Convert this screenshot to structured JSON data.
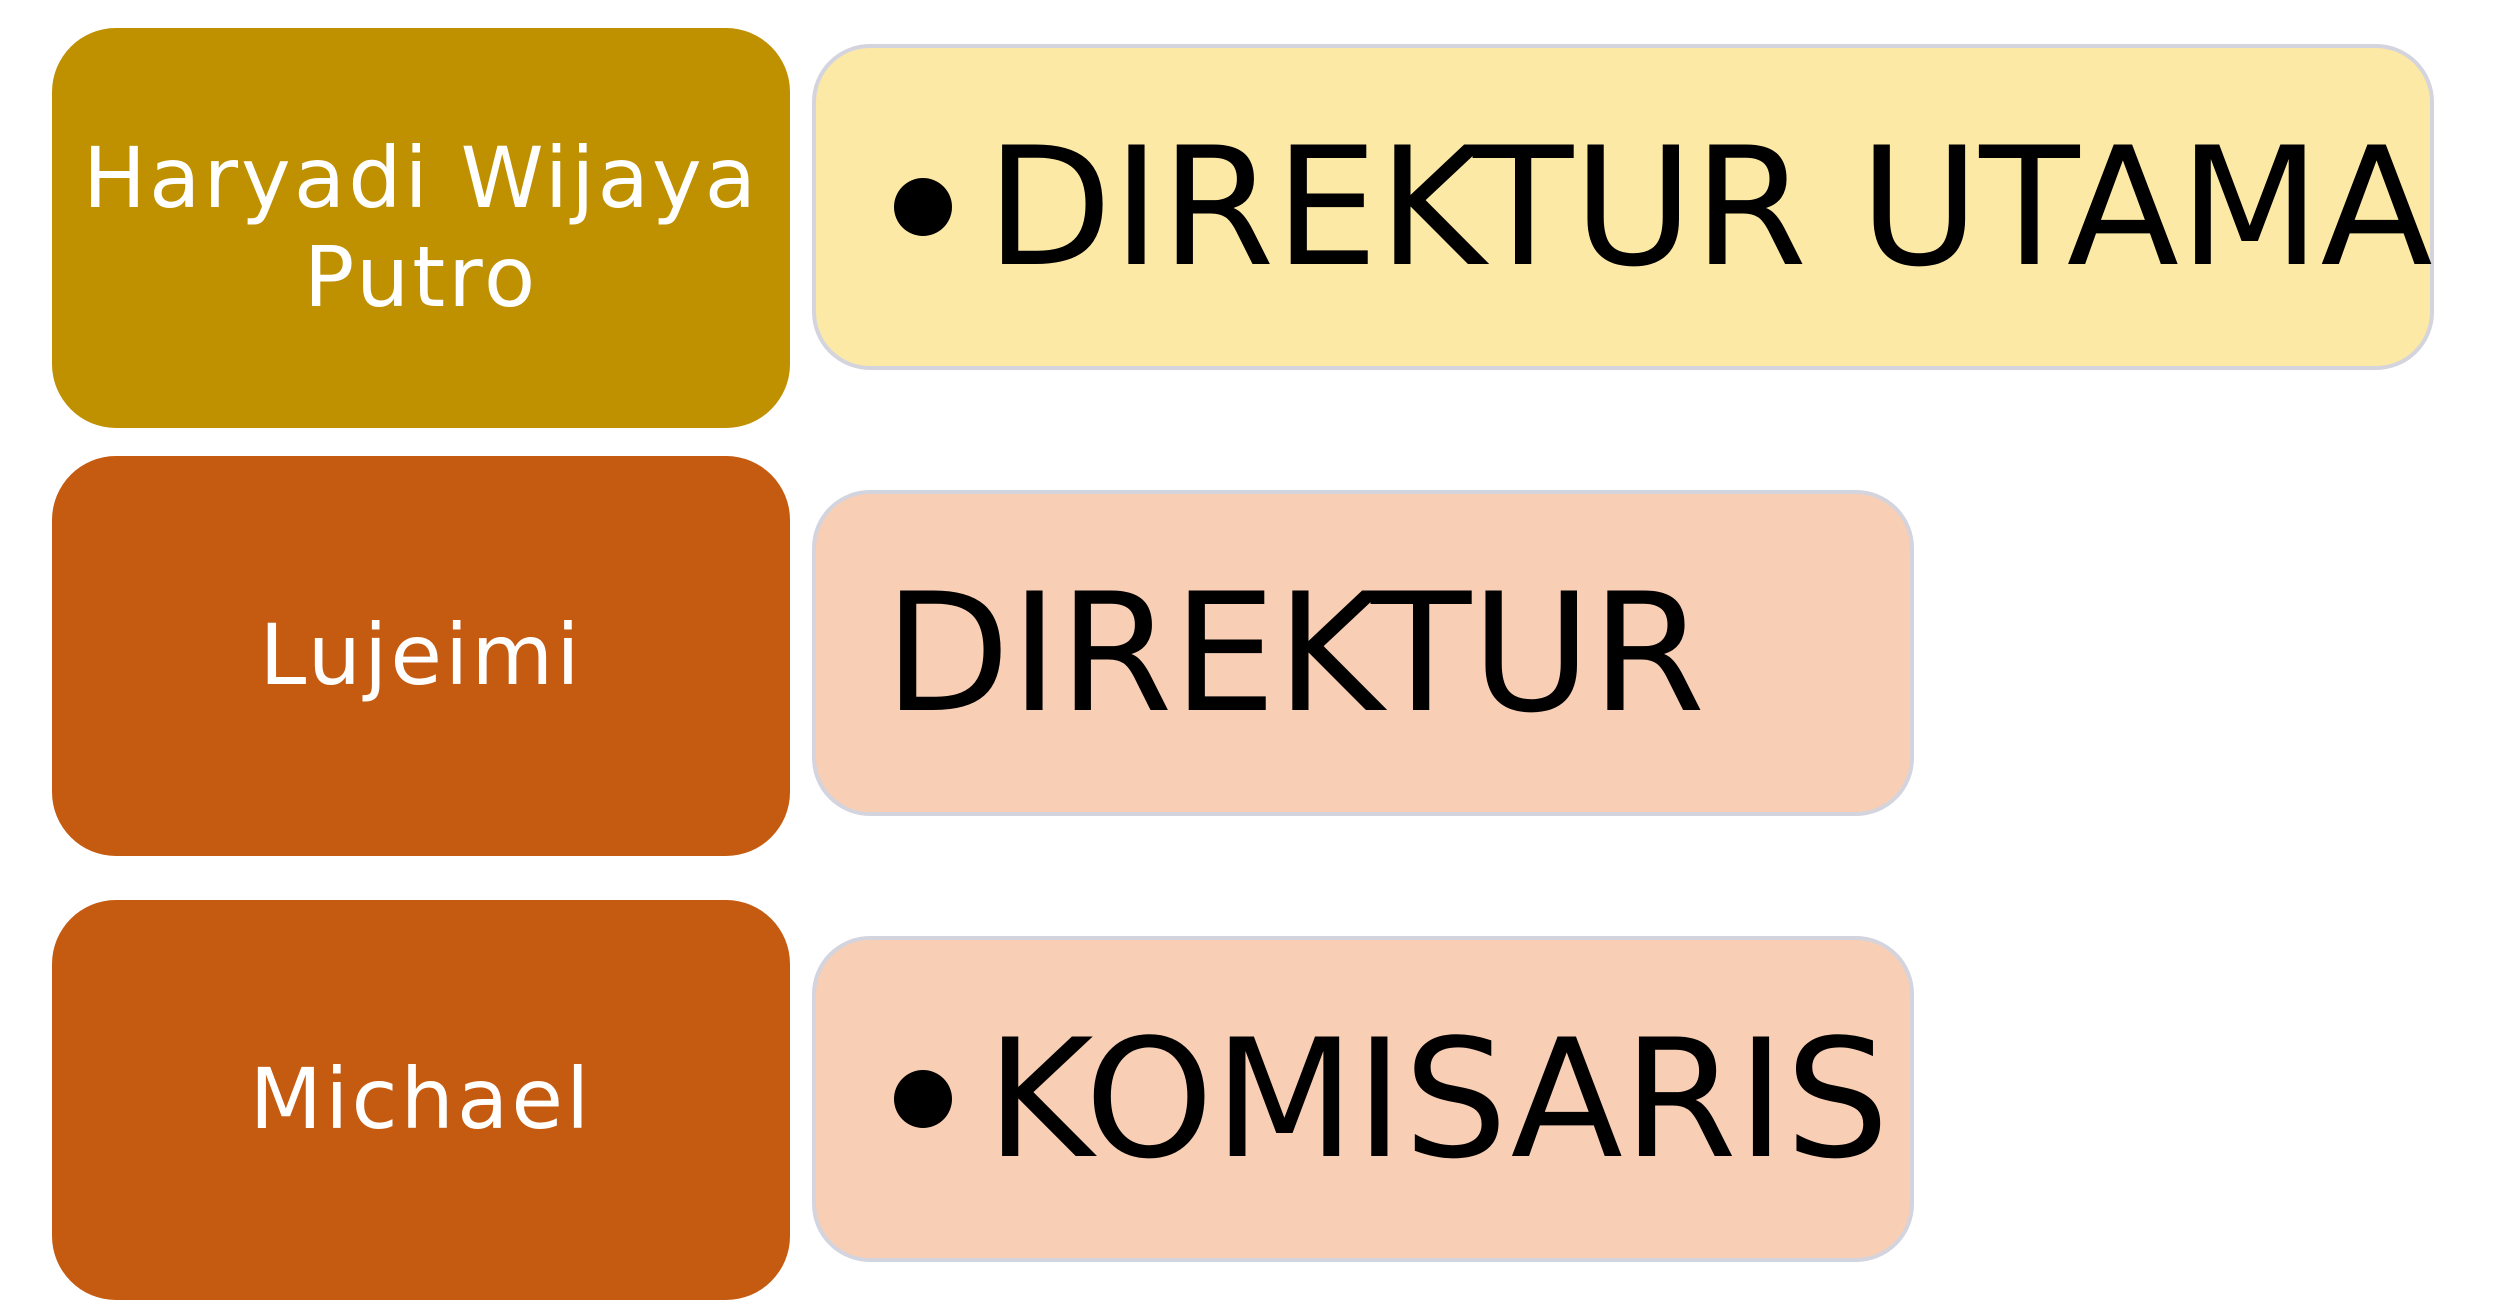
{
  "colors": {
    "name_box_1": "#BF9000",
    "name_box_2": "#C55A11",
    "name_box_3": "#C55A11",
    "role_box_1": "#FCE9A5",
    "role_box_2": "#F8CEB4",
    "role_box_3": "#F8CEB4",
    "role_border": "#D4D4DE"
  },
  "rows": [
    {
      "name": "Haryadi Wijaya Putro",
      "role": "DIREKTUR UTAMA",
      "bullet": true
    },
    {
      "name": "Lujeimi",
      "role": "DIREKTUR",
      "bullet": false
    },
    {
      "name": "Michael",
      "role": "KOMISARIS",
      "bullet": true
    }
  ]
}
